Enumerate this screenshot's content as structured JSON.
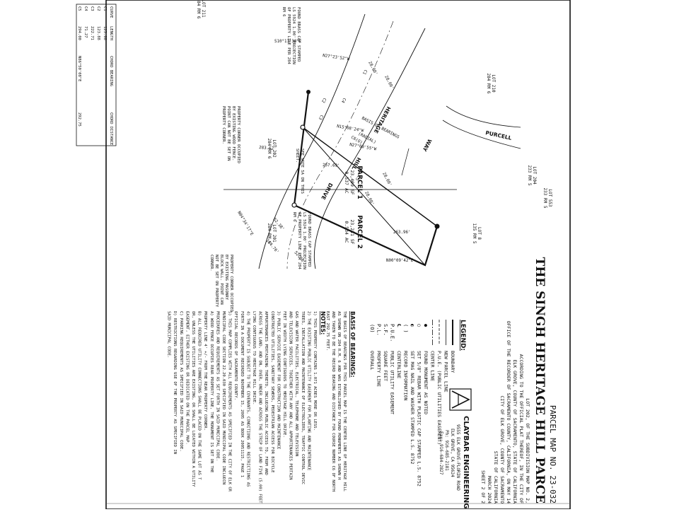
{
  "title_block": {
    "parcel_map_no": "PARCEL MAP NO. 23-032",
    "project_name": "THE SINGH HERITAGE HILL PARCE",
    "description": [
      "LOT 202, OF THE SUBDIVISION MAP NO. 2,",
      "ACCORDING TO THE OFFICIAL PLAT THEREOF, IN THE CITY OF",
      "ELK GROVE, COUNTY OF SACRAMENTO, STATE OF CALIFORNIA",
      "OFFICE OF THE RECORDER OF SACRAMENTO COUNTY, CALIFORNIA, ON MAY 14",
      "CITY OF ELK GROVE, COUNTY OF SACRAMENTO",
      "STATE OF CALIFORNIA",
      "MARCH 2024",
      "SHEET 2 OF 2"
    ],
    "firm": {
      "name": "CLAYBAR ENGINEERING INC.",
      "address": "9555 ELK GROVE-FLORIN ROAD",
      "city": "ELK GROVE, CA 95624",
      "phone": "Ph: 916-685-2181",
      "fax": "Fax: 916-684-2827"
    }
  },
  "legend": {
    "heading": "LEGEND:",
    "items": [
      {
        "symbol": "",
        "text": "BOUNDARY"
      },
      {
        "symbol": "",
        "text": "NEW PARCEL LINE"
      },
      {
        "symbol": "",
        "text": "P.U.E. (PUBLIC UTILITIES EASEMENT)"
      },
      {
        "symbol": "",
        "text": "CENTER LINE"
      },
      {
        "symbol": "●",
        "text": "FOUND MONUMENT AS NOTED"
      },
      {
        "symbol": "○",
        "text": "SET 5/8\" REBAR WITH PLASTIC CAP STAMPED L.S. 8752"
      },
      {
        "symbol": "◐",
        "text": "SET MAG NAIL AND WASHER STAMPED L.S. 8752"
      },
      {
        "symbol": "( )",
        "text": "RECORD INFORMATION"
      },
      {
        "symbol": "℄",
        "text": "CENTERLINE"
      },
      {
        "symbol": "P.U.E.",
        "text": "PUBLIC UTILITY EASEMENT"
      },
      {
        "symbol": "S.F.",
        "text": "SQUARE FEET"
      },
      {
        "symbol": "P.L.",
        "text": "PROPERTY LINE"
      },
      {
        "symbol": "(O)",
        "text": "OVERALL"
      }
    ]
  },
  "basis_of_bearings": {
    "heading": "BASIS OF BEARINGS:",
    "lines": [
      "THE BASIS OF BEARINGS FOR THIS PARCEL MAP IS THE CENTER LINE OF HERITAGE HILL",
      "AS SHOWN ON 284 R.M. 6 AND WAS ESTABLISHED BY FOUND MONUMENTS AS SHOWN H",
      "AND TAKEN TO BE THE RECORD BEARING AND DISTANCE FOR COURSE NUMBER C6 OF NORTH",
      "EAST 292.75 FEET."
    ]
  },
  "notes": {
    "heading": "NOTES:",
    "lines": [
      "1) THIS PROPERTY CONTAINS 1.071 ACRES MORE OR LESS.",
      "2) THE EXISTING PUBLIC UTILITY EASEMENT FOR PLANTING AND MAINTENANCE",
      "   TREES, INSTALLATION AND MAINTENANCE OF ELECTROLIERS, TRAFFIC CONTROL DEVIC",
      "   GAS AND WATER FACILITIES, ELECTRICAL, TELEPHONE AND TELEVISION",
      "   AND TELEVISION SERVICES, TOGETHER WITH ANY AND ALL APPURTENANCES PERTAIN",
      "   FEET IN WIDTH LYING CONTIGUOUS TO HERITAGE HILL DRIVE.",
      "3) PUBLIC SERVICE EASEMENT FOR CONSTRUCTION AND MAINTENANCE",
      "   CONSTRUCTED UTILITIES, SANITARY SEWERS, PEDESTRIAN ACCESS FOR BICYCLE",
      "   APPURTENANCES PERTAINING THERETO, INCLUDING PUBLIC ACCESS TO, FROM AND",
      "   ACROSS THE LAND, AND ON, OVER, UNDER AND ACROSS THE STRIP OF LAND FIVE (5.00) FEET",
      "   LYING CONTIGUOUS TO HERITAGE HILL DRIVE.",
      "4) THE PROPERTY IS SUBJECT TO THE COVENANTS, CONDITIONS AND RESTRICTIONS AS",
      "   FORTH IN A DOCUMENT RECORDED NOVEMBER 15, 2005 AS BOOK 20051115, PAGE 1",
      "   OFFICIAL RECORDS OF SACRAMENTO COUNTY.",
      "5) THIS MAP COMPLIES WITH ALL REQUIREMENTS AS SPECIFIED IN THE CITY OF ELK GR",
      "   MUNICIPAL CODE SECTION 22.20.030 SPECIFIED IN SAID MUNICIPAL CODE INCLUDIN",
      "   PROCEDURES AND REQUIREMENTS AS SET FORTH IN SAID MUNICIPAL CODE.",
      "A) WOOD FENCE OCCUPIES REAR PROPERTY LINE, THE MONUMENT IS SET ON THE",
      "   PROPERTY LINE 4' +/- FROM THE REAR PROPERTY CORNER.",
      "B) ALL REQUIRED UTILITY CONNECTIONS SHALL BE PLACED ON THE SAME LOT AS T",
      "   OR, UNLESS THE UTILITIES ARE EXISTING, OR SHALL BE LOCATED WITHIN A UTILITY",
      "   EASEMENT, EITHER EXISTING OR DEDICATED ON THE PARCEL MAP.",
      "C) PARKING REQUIREMENTS AS SPECIFIED IN SAID MUNICIPAL CODE.",
      "D) RESTRICTIONS REGARDING USE OF THE PROPERTY AS SPECIFIED IN",
      "   SAID MUNICIPAL CODE."
    ]
  },
  "curve_table": {
    "headers": [
      "CURVE",
      "LENGTH",
      "CHORD BEARING",
      "CHORD DISTANCE"
    ],
    "rows": [
      [
        "C1",
        "123.88",
        "",
        ""
      ],
      [
        "C2",
        "123.88",
        "",
        ""
      ],
      [
        "C3",
        "222.71",
        "",
        ""
      ],
      [
        "C4",
        "71.27",
        "",
        ""
      ],
      [
        "C5",
        "294.00",
        "N86°50'08\"E",
        "292.75"
      ]
    ]
  },
  "plan": {
    "streets": [
      "HERITAGE",
      "HILL",
      "DRIVE",
      "PURCELL",
      "WAY"
    ],
    "parcels": [
      {
        "label": "PARCEL 1",
        "area_sf": "23,409 SF",
        "area_ac": "0.537 AC"
      },
      {
        "label": "PARCEL 2",
        "area_sf": "23,231 SF",
        "area_ac": "0.534 AC"
      }
    ],
    "lots": [
      {
        "lot": "LOT 211",
        "ref": "284 RM 6"
      },
      {
        "lot": "LOT 210",
        "ref": "284 RM 6"
      },
      {
        "lot": "LOT 202",
        "ref": "284 RM 6"
      },
      {
        "lot": "LOT 201",
        "ref": "284 RM 6"
      },
      {
        "lot": "LOT 204",
        "ref": "233 RM 5"
      },
      {
        "lot": "LOT 553",
        "ref": "233 RM 5"
      },
      {
        "lot": "LOT 8",
        "ref": "135 RM 5"
      }
    ],
    "bearings": [
      "N00°09'42\"E",
      "263.96'",
      "S10°11'30\"E",
      "283.62'",
      "257.69'",
      "N04°34'17\"E",
      "N15°08'24\"W",
      "N27°00'55\"W",
      "N27°23'52\"W",
      "52.38'",
      "114.76'",
      "52.38'",
      "28.00'",
      "28.00'",
      "28.00'",
      "28.00'",
      "C1",
      "C2",
      "C3",
      "C4",
      "C5",
      "C6(O)",
      "BASIS OF BEARINGS",
      "(RADIAL)"
    ],
    "callouts": [
      "PROPERTY CORNER OCCUPIED BY EXISTING WOOD FENCE. POINT CAN NOT BE SET ON PROPERTY CORNER.",
      "SEE NOTE 5A ON THIS SHEET.",
      "FOUND BRASS CAP STAMPED LS 5924 1.00' PROJECTION OF PROPERTY LINE PER 284 RM 6",
      "PROPERTY CORNER OCCUPIED BY EXISTING MASONRY BLOCK WALL. POINT CAN NOT BE SET ON PROPERTY CORNER.",
      "FOUND BRASS CAP STAMPED LS 5924 1.00' PROJECTION OF PROPERTY LINE PER 284 RM 6"
    ]
  }
}
